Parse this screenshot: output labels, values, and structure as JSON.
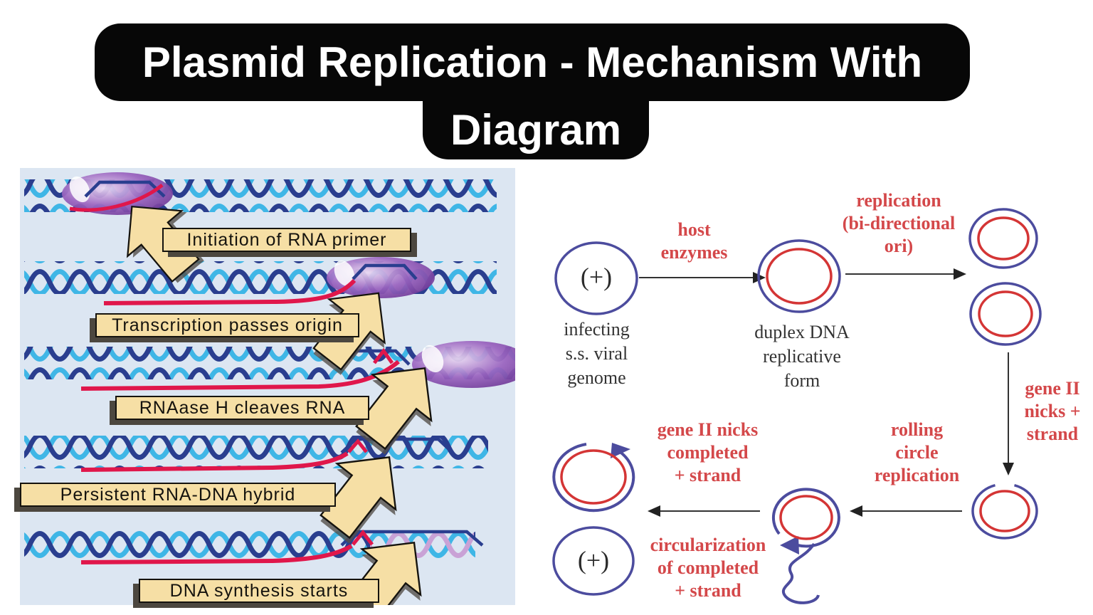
{
  "title": {
    "line1": "Plasmid Replication - Mechanism With",
    "line2": "Diagram"
  },
  "left_panel": {
    "labels": [
      "Initiation of RNA primer",
      "Transcription passes origin",
      "RNAase H cleaves RNA",
      "Persistent RNA-DNA hybrid",
      "DNA synthesis starts"
    ]
  },
  "right_panel": {
    "plus_symbol": "(+)",
    "captions": {
      "infecting": [
        "infecting",
        "s.s. viral",
        "genome"
      ],
      "duplex": [
        "duplex DNA",
        "replicative",
        "form"
      ]
    },
    "arrow_labels": {
      "host": [
        "host",
        "enzymes"
      ],
      "replication": [
        "replication",
        "(bi-directional",
        "ori)"
      ],
      "gene2_nicks": [
        "gene II",
        "nicks +",
        "strand"
      ],
      "rolling": [
        "rolling",
        "circle",
        "replication"
      ],
      "gene2_completed": [
        "gene II nicks",
        "completed",
        "+ strand"
      ],
      "circularization": [
        "circularization",
        "of completed",
        "+ strand"
      ]
    }
  },
  "colors": {
    "title_bg": "#070707",
    "title_text": "#ffffff",
    "panel_bg": "#dce6f2",
    "callout_fill": "#f6dfa5",
    "helix_cyan": "#3fb6e6",
    "helix_navy": "#2a3e8f",
    "rna_red": "#e0174b",
    "polymerase_purple": "#7b3fa0",
    "flow_circle_blue": "#4c4c9e",
    "flow_circle_red": "#d43535",
    "flow_label_red": "#d4484a",
    "flow_text_black": "#333333"
  }
}
